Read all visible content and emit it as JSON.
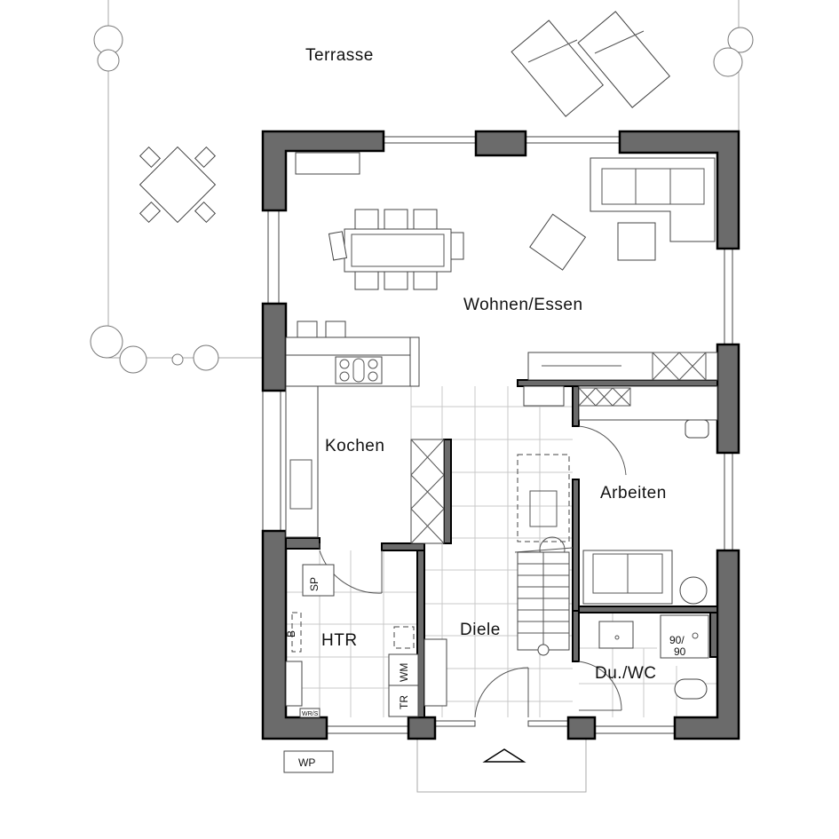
{
  "rooms": {
    "terrace": "Terrasse",
    "living": "Wohnen/Essen",
    "kitchen": "Kochen",
    "office": "Arbeiten",
    "utility": "HTR",
    "hall": "Diele",
    "bath": "Du./WC"
  },
  "fixtures": {
    "storage": "SP",
    "boiler": "B",
    "washer": "WM",
    "dryer": "TR",
    "wrs": "WR/S",
    "heat_pump": "WP",
    "shower_line1": "90/",
    "shower_line2": "90"
  },
  "colors": {
    "wall": "#6b6b6b",
    "tile_grid": "#c8c8c8"
  }
}
